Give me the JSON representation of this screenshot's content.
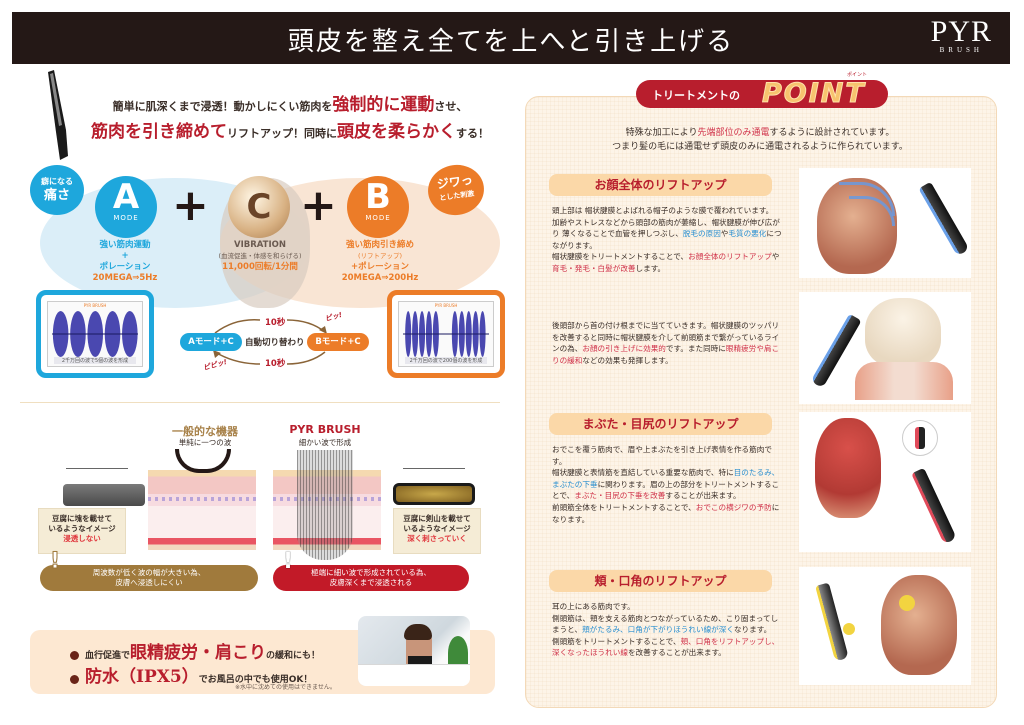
{
  "header": {
    "title": "頭皮を整え全てを上へと引き上げる",
    "logo_main": "PYR",
    "logo_sub": "BRUSH"
  },
  "intro": {
    "line1_a": "簡単に肌深くまで浸透！動かしにくい筋肉を",
    "line1_accent": "強制的に運動",
    "line1_b": "させ、",
    "line2_accent1": "筋肉を引き締めて",
    "line2_a": "リフトアップ！同時に",
    "line2_accent2": "頭皮を柔らかく",
    "line2_b": "する！"
  },
  "modes": {
    "bubble_a": [
      "癖になる",
      "痛さ"
    ],
    "bubble_b": [
      "ジワっ",
      "とした刺激"
    ],
    "plus": "+",
    "a": {
      "letter": "A",
      "word": "MODE",
      "desc1": "強い筋肉運動",
      "desc2": "+",
      "desc3": "ポレーション",
      "freq": "20MEGA⇒5Hz",
      "color": "#1ea7dc"
    },
    "c": {
      "letter": "C",
      "desc1": "VIBRATION",
      "desc2": "(血流促進・体感を和らげる)",
      "freq": "11,000回転/1分間"
    },
    "b": {
      "letter": "B",
      "word": "MODE",
      "desc1": "強い筋肉引き締め",
      "desc2": "(リフトアップ)",
      "desc3": "+ポレーション",
      "freq": "20MEGA⇒200Hz",
      "color": "#ec7c28"
    }
  },
  "waveforms": {
    "a": {
      "title": "PYR BRUSH",
      "caption": "2千万回の波で5個の波を形成"
    },
    "b": {
      "title": "PYR BRUSH",
      "caption": "2千万回の波で200個の波を形成"
    }
  },
  "cycle": {
    "pill_a": "Aモード+C",
    "pill_b": "Bモード+C",
    "auto_label": "自動切り替わり",
    "sec_top": "10秒",
    "sec_bottom": "10秒",
    "beep_1": "ピッ!",
    "beep_2": "ピピッ!"
  },
  "comparison": {
    "general_title": "一般的な機器",
    "general_sub": "単純に一つの波",
    "pyr_title": "PYR BRUSH",
    "pyr_sub": "細かい波で形成",
    "tofu_left": [
      "豆腐に塊を載せて",
      "いるようなイメージ"
    ],
    "tofu_left_red": "浸透しない",
    "tofu_right": [
      "豆腐に剣山を載せて",
      "いるようなイメージ"
    ],
    "tofu_right_red": "深く刺さっていく",
    "warn_general": [
      "周波数が低く波の幅が大きい為、",
      "皮膚へ浸透しにくい"
    ],
    "warn_pyr": [
      "極端に細い波で形成されている為、",
      "皮膚深くまで浸透される"
    ],
    "warn_mark": "!"
  },
  "bottom": {
    "line1_a": "血行促進で",
    "line1_accent": "眼精疲労・肩こり",
    "line1_b": "の緩和にも！",
    "line2_accent": "防水（IPX5）",
    "line2_b": "でお風呂の中でも使用OK！",
    "note": "※水中に沈めての使用はできません。"
  },
  "point": {
    "label": "トリートメントの",
    "word": "POINT",
    "ruby": "ポイント",
    "intro1_a": "特殊な加工により",
    "intro1_red": "先端部位のみ通電",
    "intro1_b": "するように設計されています。",
    "intro2": "つまり髪の毛には通電せず頭皮のみに通電されるように作られています。"
  },
  "sections": [
    {
      "heading": "お顔全体のリフトアップ",
      "p1": "頭上部は 帽状腱膜とよばれる帽子のような膜で覆われています。",
      "p2_a": "加齢やストレスなどから頭部の筋肉が萎縮し、帽状腱膜が伸び広がり 薄くなることで血管を押しつぶし、",
      "p2_blue1": "脱毛の原因",
      "p2_b": "や",
      "p2_blue2": "毛質の悪化",
      "p2_c": "につながります。",
      "p3_a": "帽状腱膜をトリートメントすることで、",
      "p3_red1": "お顔全体のリフトアップ",
      "p3_b": "や",
      "p3_red2": "育毛・発毛・白髪が改善",
      "p3_c": "します。"
    },
    {
      "p1_a": "後頭部から首の付け根までに当てていきます。帽状腱膜のツッパリを改善すると同時に帽状腱膜を介して前頭筋まで繋がっているラインの為、",
      "p1_red1": "お顔の引き上げに効果的",
      "p1_b": "です。また同時に",
      "p1_red2": "眼精疲労や肩こりの緩和",
      "p1_c": "などの効果も発揮します。"
    },
    {
      "heading": "まぶた・目尻のリフトアップ",
      "p1": "おでこを覆う筋肉で、眉や上まぶたを引き上げ表情を作る筋肉です。",
      "p2_a": "帽状腱膜と表情筋を直結している重要な筋肉で、特に",
      "p2_blue": "目のたるみ、まぶたの下垂",
      "p2_b": "に関わります。眉の上の部分をトリートメントすることで、",
      "p2_red": "まぶた・目尻の下垂を改善",
      "p2_c": "することが出来ます。",
      "p3_a": "前頭筋全体をトリートメントすることで、",
      "p3_red": "おでこの横ジワの予防",
      "p3_b": "になります。"
    },
    {
      "heading": "頬・口角のリフトアップ",
      "p1": "耳の上にある筋肉です。",
      "p2_a": "側頭筋は、頬を支える筋肉とつながっているため、こり固まってしまうと、",
      "p2_blue": "頬がたるみ、口角が下がりほうれい線が深く",
      "p2_b": "なります。",
      "p3_a": "側頭筋をトリートメントすることで、",
      "p3_red": "頬、口角をリフトアップし、深くなったほうれい線",
      "p3_b": "を改善することが出来ます。"
    }
  ],
  "colors": {
    "header_bg": "#241816",
    "accent_red": "#b81e2d",
    "mode_a_blue": "#1ea7dc",
    "mode_b_orange": "#ec7c28",
    "panel_bg": "#fdf4e8",
    "section_head_bg": "#fbd8a8"
  }
}
